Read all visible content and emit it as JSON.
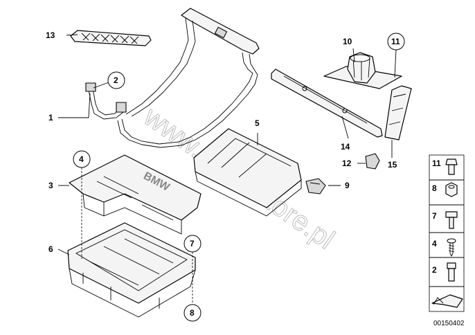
{
  "callouts": {
    "c1": "1",
    "c2": "2",
    "c3": "3",
    "c4": "4",
    "c5": "5",
    "c6": "6",
    "c7": "7",
    "c8": "8",
    "c9": "9",
    "c10": "10",
    "c11": "11",
    "c12": "12",
    "c13": "13",
    "c14": "14",
    "c15": "15"
  },
  "legend": {
    "items": [
      "11",
      "8",
      "7",
      "4",
      "2"
    ]
  },
  "watermark": "www.BMWstore.pl",
  "embossed_logo": "BMW",
  "diagram_number": "00150402"
}
